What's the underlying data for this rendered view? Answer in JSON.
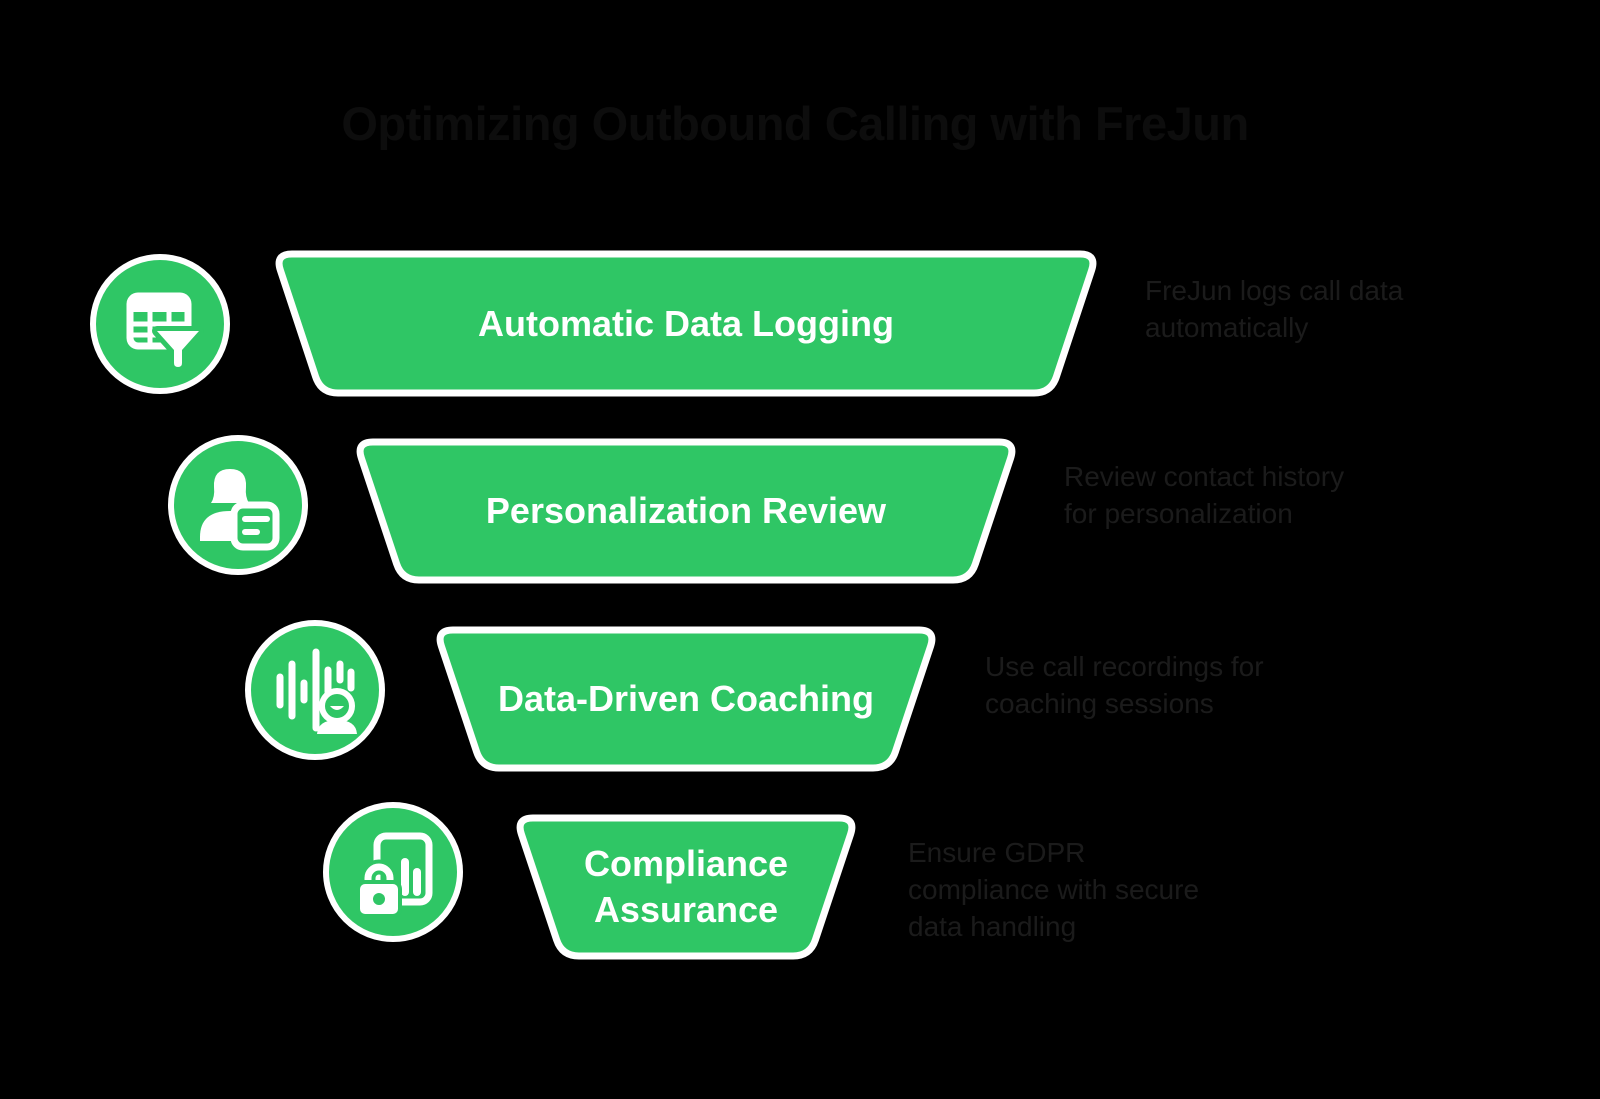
{
  "title": "Optimizing Outbound Calling with FreJun",
  "colors": {
    "background": "#000000",
    "accent_green": "#2FC665",
    "bar_border": "#FFFFFF",
    "bar_text": "#FFFFFF",
    "title_text": "#0D0D0D",
    "caption_text": "#1B1B1B"
  },
  "funnel": {
    "type": "funnel",
    "stage_count": 4,
    "stages": [
      {
        "label": "Automatic Data Logging",
        "icon": "table-filter-icon",
        "caption": "FreJun logs call data automatically",
        "caption_lines": [
          "FreJun logs call data",
          "automatically"
        ]
      },
      {
        "label": "Personalization Review",
        "icon": "person-note-icon",
        "caption": "Review contact history for personalization",
        "caption_lines": [
          "Review contact history",
          "for personalization"
        ]
      },
      {
        "label": "Data-Driven Coaching",
        "icon": "voice-waveform-person-icon",
        "caption": "Use call recordings for coaching sessions",
        "caption_lines": [
          "Use call recordings for",
          "coaching sessions"
        ]
      },
      {
        "label": "Compliance Assurance",
        "icon": "document-lock-icon",
        "caption": "Ensure GDPR compliance with secure data handling",
        "caption_lines": [
          "Ensure GDPR",
          "compliance with secure",
          "data handling"
        ]
      }
    ]
  }
}
